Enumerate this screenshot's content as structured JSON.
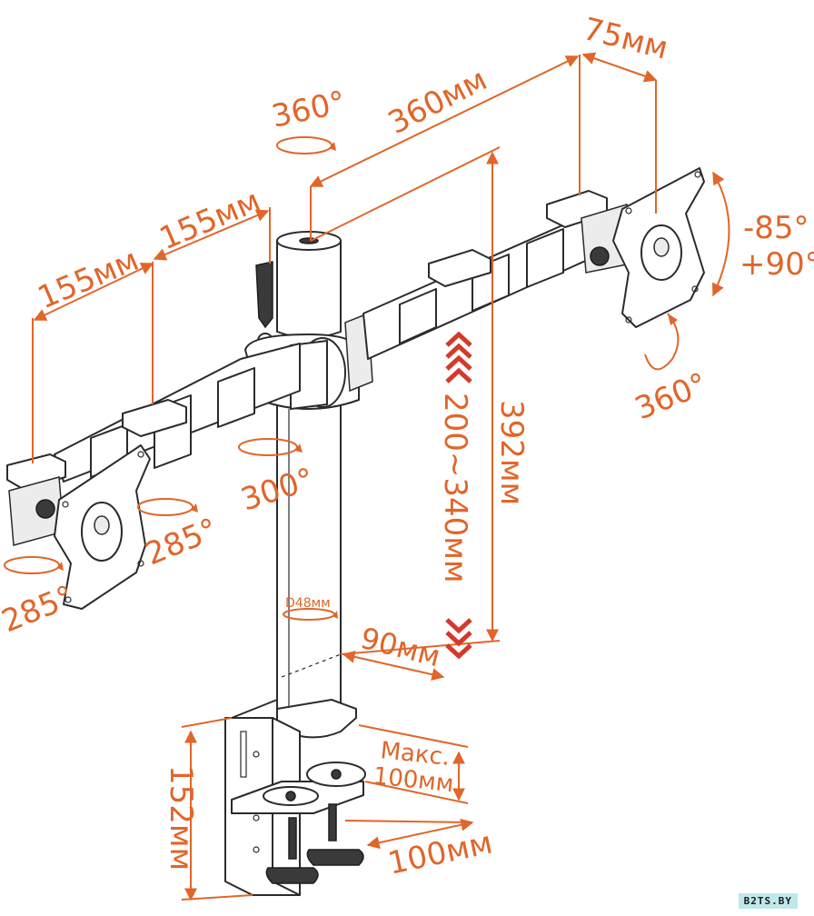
{
  "dimensions": {
    "arm_offset": "75мм",
    "arm_length": "360мм",
    "rot_top": "360°",
    "segment_a": "155мм",
    "segment_b": "155мм",
    "tilt_down": "-85°",
    "tilt_up": "+90°",
    "rot_right": "360°",
    "height_range": "200~340мм",
    "pole_height": "392мм",
    "rot_mid": "300°",
    "swivel_a": "285°",
    "swivel_b": "285°",
    "pole_diameter": "D48мм",
    "clamp_depth": "90мм",
    "desk_max_label": "Макс.",
    "desk_max_value": "100мм",
    "clamp_width": "100мм",
    "clamp_height": "152мм"
  },
  "watermark": "B2TS.BY",
  "colors": {
    "accent": "#e0662a",
    "line": "#2b2b2b"
  }
}
